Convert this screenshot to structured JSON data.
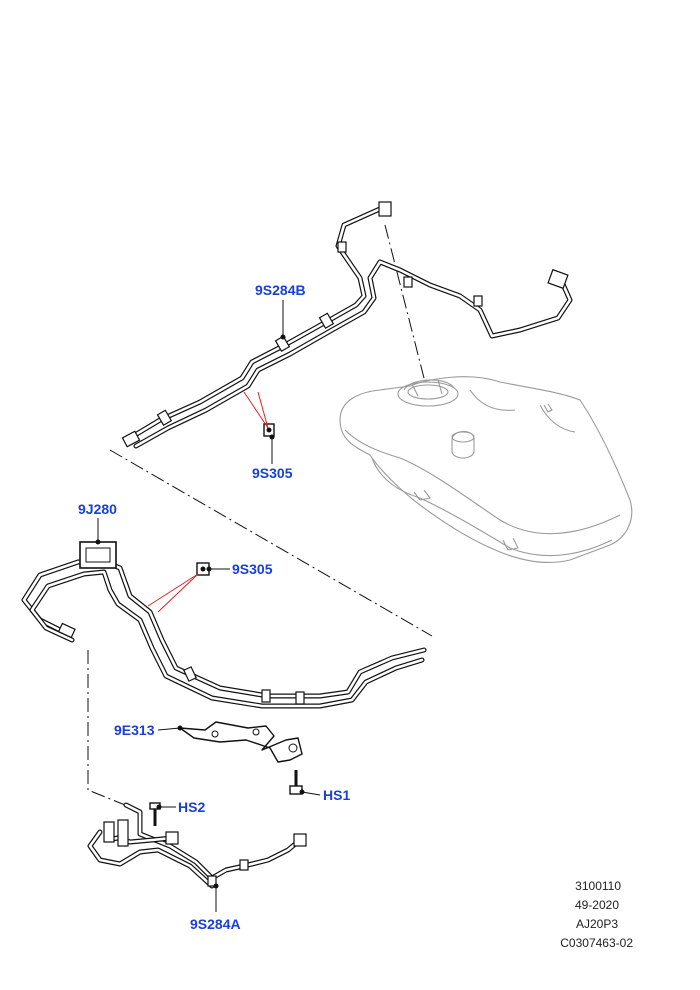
{
  "callouts": {
    "c_9s284b": "9S284B",
    "c_9s305_top": "9S305",
    "c_9j280": "9J280",
    "c_9s305_mid": "9S305",
    "c_9e313": "9E313",
    "c_hs1": "HS1",
    "c_hs2": "HS2",
    "c_9s284a": "9S284A"
  },
  "reference": {
    "line1": "3100110",
    "line2": "49-2020",
    "line3": "AJ20P3",
    "line4": "C0307463-02"
  },
  "colors": {
    "callout_text": "#1a3fd6",
    "leader_red": "#d4262a",
    "tank_outline": "#9a9a9a",
    "pipe": "#111111"
  }
}
